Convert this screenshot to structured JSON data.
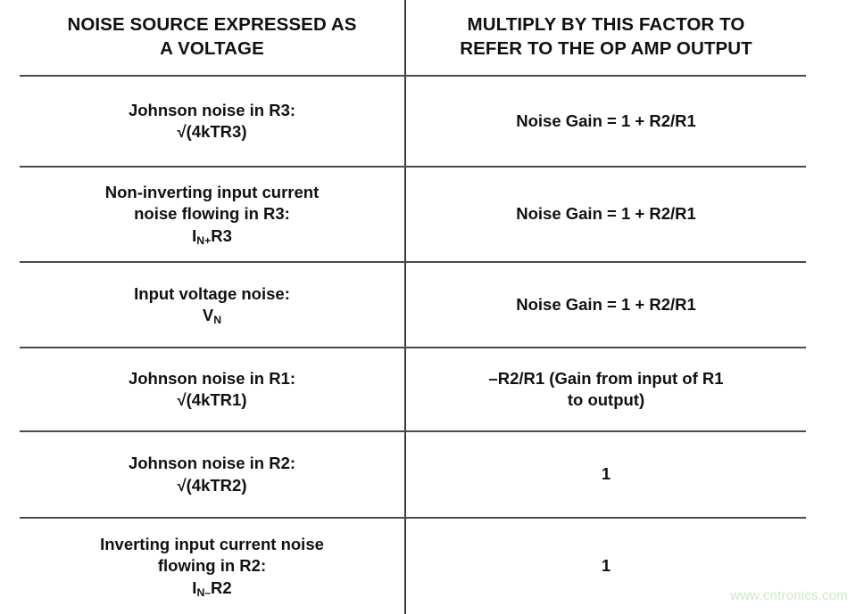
{
  "table": {
    "headers": {
      "left": {
        "line1": "NOISE SOURCE EXPRESSED AS",
        "line2": "A VOLTAGE"
      },
      "right": {
        "line1": "MULTIPLY BY THIS FACTOR TO",
        "line2": "REFER TO THE OP AMP OUTPUT"
      }
    },
    "rows": [
      {
        "source": {
          "line1": "Johnson noise in R3:",
          "line2": "√(4kTR3)"
        },
        "factor": {
          "line1": "Noise Gain = 1 + R2/R1",
          "line2": ""
        }
      },
      {
        "source": {
          "line1": "Non-inverting input current",
          "line2": "noise flowing in R3:",
          "line3_main": "I",
          "line3_sub": "N+",
          "line3_tail": "R3"
        },
        "factor": {
          "line1": "Noise Gain = 1 + R2/R1",
          "line2": ""
        }
      },
      {
        "source": {
          "line1": "Input voltage noise:",
          "line2_main": "V",
          "line2_sub": "N"
        },
        "factor": {
          "line1": "Noise Gain = 1 + R2/R1",
          "line2": ""
        }
      },
      {
        "source": {
          "line1": "Johnson noise in R1:",
          "line2": "√(4kTR1)"
        },
        "factor": {
          "line1": "–R2/R1 (Gain from input of R1",
          "line2": "to output)"
        }
      },
      {
        "source": {
          "line1": "Johnson noise in R2:",
          "line2": "√(4kTR2)"
        },
        "factor": {
          "line1": "1",
          "line2": ""
        }
      },
      {
        "source": {
          "line1": "Inverting input current noise",
          "line2": "flowing in R2:",
          "line3_main": "I",
          "line3_sub": "N–",
          "line3_tail": "R2"
        },
        "factor": {
          "line1": "1",
          "line2": ""
        }
      }
    ]
  },
  "watermark": {
    "text": "www.cntronics.com",
    "color": "#cfe6c6"
  },
  "colors": {
    "rule": "#4a4a4a",
    "divider": "#3a3a3a",
    "text": "#111111",
    "background": "#ffffff"
  }
}
